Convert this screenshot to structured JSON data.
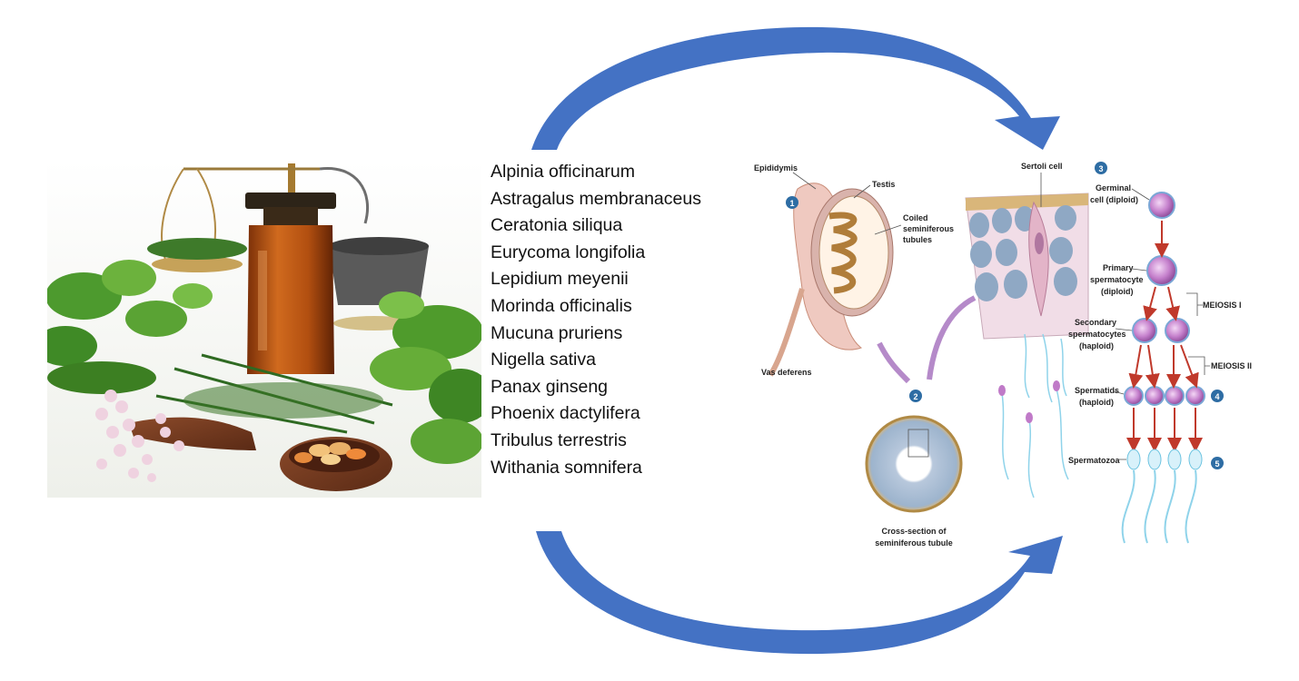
{
  "plants": [
    "Alpinia officinarum",
    "Astragalus membranaceus",
    "Ceratonia siliqua",
    "Eurycoma longifolia",
    "Lepidium meyenii",
    "Morinda officinalis",
    "Mucuna pruriens",
    "Nigella sativa",
    "Panax ginseng",
    "Phoenix dactylifera",
    "Tribulus terrestris",
    "Withania somnifera"
  ],
  "diagram": {
    "steps": [
      "1",
      "2",
      "3",
      "4",
      "5"
    ],
    "labels": {
      "epididymis": "Epididymis",
      "testis": "Testis",
      "coiled1": "Coiled",
      "coiled2": "seminiferous",
      "coiled3": "tubules",
      "vas": "Vas deferens",
      "cross1": "Cross-section of",
      "cross2": "seminiferous tubule",
      "sertoli": "Sertoli cell",
      "germ1": "Germinal",
      "germ2": "cell (diploid)",
      "prim1": "Primary",
      "prim2": "spermatocyte",
      "prim3": "(diploid)",
      "sec1": "Secondary",
      "sec2": "spermatocytes",
      "sec3": "(haploid)",
      "spd1": "Spermatids",
      "spd2": "(haploid)",
      "spz": "Spermatozoa",
      "meiosis1": "MEIOSIS I",
      "meiosis2": "MEIOSIS II"
    }
  },
  "colors": {
    "arrow": "#4472C4",
    "step_badge": "#2E6DA4",
    "cell": "#C07AC8",
    "sperm": "#8FD3EA",
    "red_arrow": "#C0392B"
  }
}
